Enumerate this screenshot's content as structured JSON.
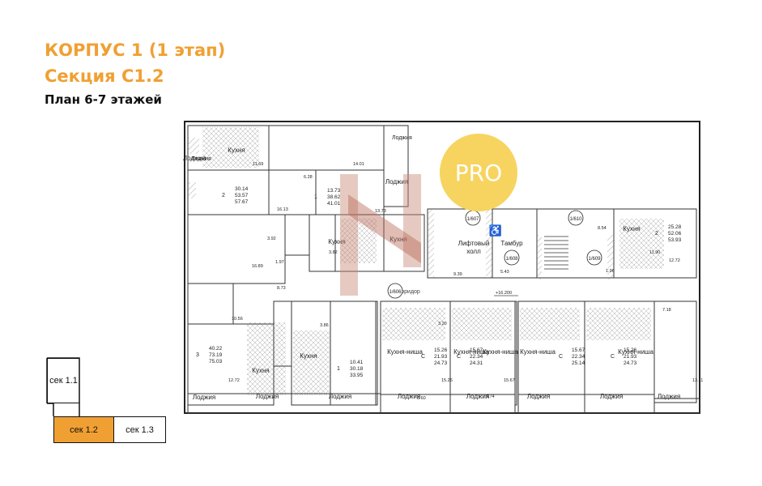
{
  "header": {
    "building": "КОРПУС 1 (1 этап)",
    "section": "Секция С1.2",
    "plan": "План 6-7 этажей"
  },
  "badge": {
    "label": "PRO",
    "color": "#f7d45f"
  },
  "colors": {
    "accent": "#f0a033",
    "selected_section": "#f0a033"
  },
  "section_key": {
    "items": [
      {
        "label": "сек 1.1",
        "selected": false
      },
      {
        "label": "сек 1.2",
        "selected": true
      },
      {
        "label": "сек 1.3",
        "selected": false
      }
    ]
  },
  "plan": {
    "rooms": [
      "Кухня",
      "Кухня",
      "Кухня",
      "Кухня",
      "Кухня",
      "Кухня",
      "Кухня-ниша",
      "Кухня-ниша",
      "Кухня-ниша",
      "Кухня-ниша",
      "Кухня-ниша"
    ],
    "loggias": [
      "Лоджия",
      "Лоджия",
      "Лоджия",
      "Лоджия",
      "Лоджия",
      "Лоджия",
      "Лоджия",
      "Лоджия",
      "Лоджия",
      "Лоджия",
      "Лоджия",
      "Лоджия"
    ],
    "common": [
      "Лифтовый холл",
      "Тамбур",
      "Коридор"
    ],
    "codes": [
      "1/607",
      "1/608",
      "1/609",
      "1/610",
      "1/606"
    ],
    "apartments": [
      {
        "rooms": "2",
        "area1": "30.14",
        "area2": "53.57",
        "area3": "57.67"
      },
      {
        "rooms": "1",
        "area1": "13.73",
        "area2": "38.62",
        "area3": "41.01"
      },
      {
        "rooms": "2",
        "area1": "25.28",
        "area2": "52.06",
        "area3": "53.93"
      },
      {
        "rooms": "3",
        "area1": "40.22",
        "area2": "73.19",
        "area3": "75.03"
      },
      {
        "rooms": "1",
        "area1": "10.41",
        "area2": "30.18",
        "area3": "33.95"
      },
      {
        "rooms": "С",
        "area1": "15.26",
        "area2": "21.93",
        "area3": "24.73"
      },
      {
        "rooms": "С",
        "area1": "15.67",
        "area2": "22.34",
        "area3": "24.31"
      },
      {
        "rooms": "С",
        "area1": "15.67",
        "area2": "22.34",
        "area3": "25.14"
      },
      {
        "rooms": "С",
        "area1": "15.26",
        "area2": "21.93",
        "area3": "24.73"
      }
    ],
    "small_areas": [
      "11.69",
      "6.28",
      "14.01",
      "13.73",
      "16.13",
      "3.92",
      "3.82",
      "1.97",
      "16.89",
      "8.73",
      "10.56",
      "12.72",
      "3.86",
      "5.60",
      "11.90",
      "8.54",
      "1.96",
      "12.72",
      "7.18",
      "3.20",
      "3.74",
      "9.39",
      "5.43",
      "15.26",
      "15.67",
      "13.11"
    ],
    "level_mark": "+16.200"
  }
}
